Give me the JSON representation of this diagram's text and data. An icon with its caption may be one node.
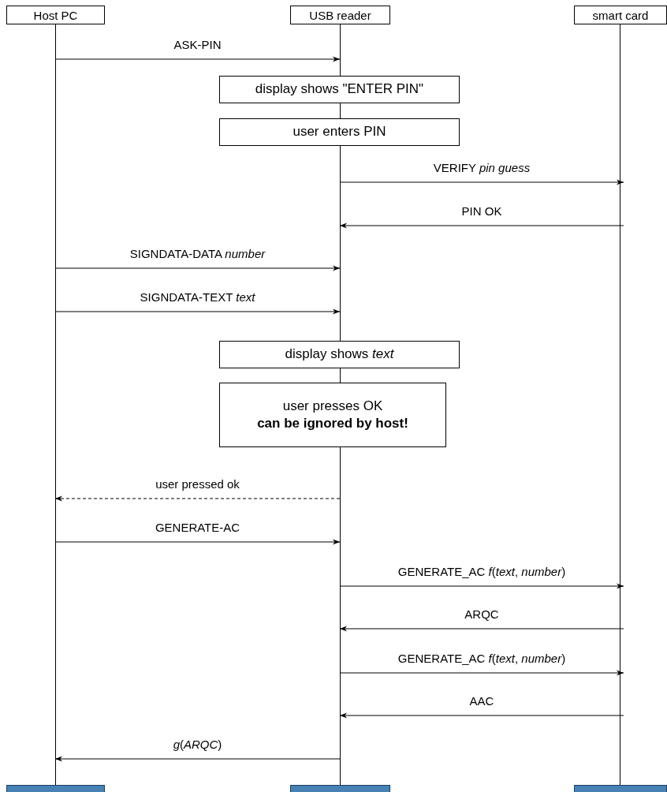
{
  "diagram": {
    "nodes": [
      {
        "text": [
          "Host PC"
        ]
      },
      {
        "text": [
          "USB reader"
        ]
      },
      {
        "text": [
          "smart card"
        ]
      },
      {
        "text": [
          "display shows \"ENTER PIN\""
        ]
      },
      {
        "text": [
          "user enters PIN"
        ]
      },
      {
        "text": [
          "display shows *text*"
        ]
      },
      {
        "text": [
          "user presses OK",
          "can be ignored by host!"
        ]
      },
      {
        "text": [],
        "shape": "box"
      },
      {
        "text": [],
        "shape": "box"
      },
      {
        "text": [],
        "shape": "box"
      }
    ],
    "edges": [
      {
        "from": 0,
        "to": 1,
        "arrow": "to",
        "label": "ASK-PIN"
      },
      {
        "from": 1,
        "to": 2,
        "arrow": "to",
        "label": "VERIFY *pin guess*"
      },
      {
        "from": 2,
        "to": 1,
        "arrow": "to",
        "label": "PIN OK"
      },
      {
        "from": 0,
        "to": 1,
        "arrow": "to",
        "label": "SIGNDATA-DATA *number*"
      },
      {
        "from": 0,
        "to": 1,
        "arrow": "to",
        "label": "SIGNDATA-TEXT *text*"
      },
      {
        "from": 1,
        "to": 0,
        "arrow": "to",
        "label": "user pressed ok",
        "style": "dashed"
      },
      {
        "from": 0,
        "to": 1,
        "arrow": "to",
        "label": "GENERATE-AC"
      },
      {
        "from": 1,
        "to": 2,
        "arrow": "to",
        "label": "GENERATE_AC *f*(*text*, *number*)"
      },
      {
        "from": 2,
        "to": 1,
        "arrow": "to",
        "label": "ARQC"
      },
      {
        "from": 1,
        "to": 2,
        "arrow": "to",
        "label": "GENERATE_AC *f*(*text*, *number*)"
      },
      {
        "from": 2,
        "to": 1,
        "arrow": "to",
        "label": "AAC"
      },
      {
        "from": 1,
        "to": 0,
        "arrow": "to",
        "label": "*g*(*ARQC*)"
      }
    ]
  }
}
